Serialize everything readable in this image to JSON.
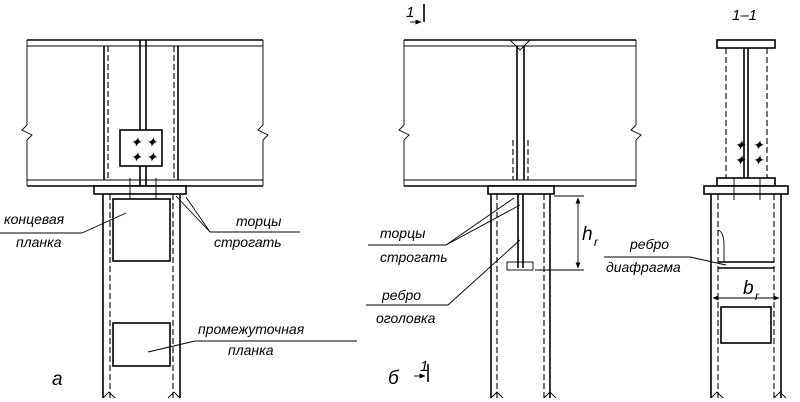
{
  "labels": {
    "end_plate_1": "концевая",
    "end_plate_2": "планка",
    "ends_a_1": "торцы",
    "ends_a_2": "строгать",
    "intermediate_1": "промежуточная",
    "intermediate_2": "планка",
    "letter_a": "а",
    "ends_b_1": "торцы",
    "ends_b_2": "строгать",
    "hr_main": "h",
    "hr_sub": "r",
    "rib_1": "ребро",
    "rib_2": "оголовка",
    "section_mark": "1",
    "letter_b": "б",
    "section_title": "1–1",
    "rib_diaph_1": "ребро",
    "rib_diaph_2": "диафрагма",
    "br_main": "b",
    "br_sub": "r"
  }
}
